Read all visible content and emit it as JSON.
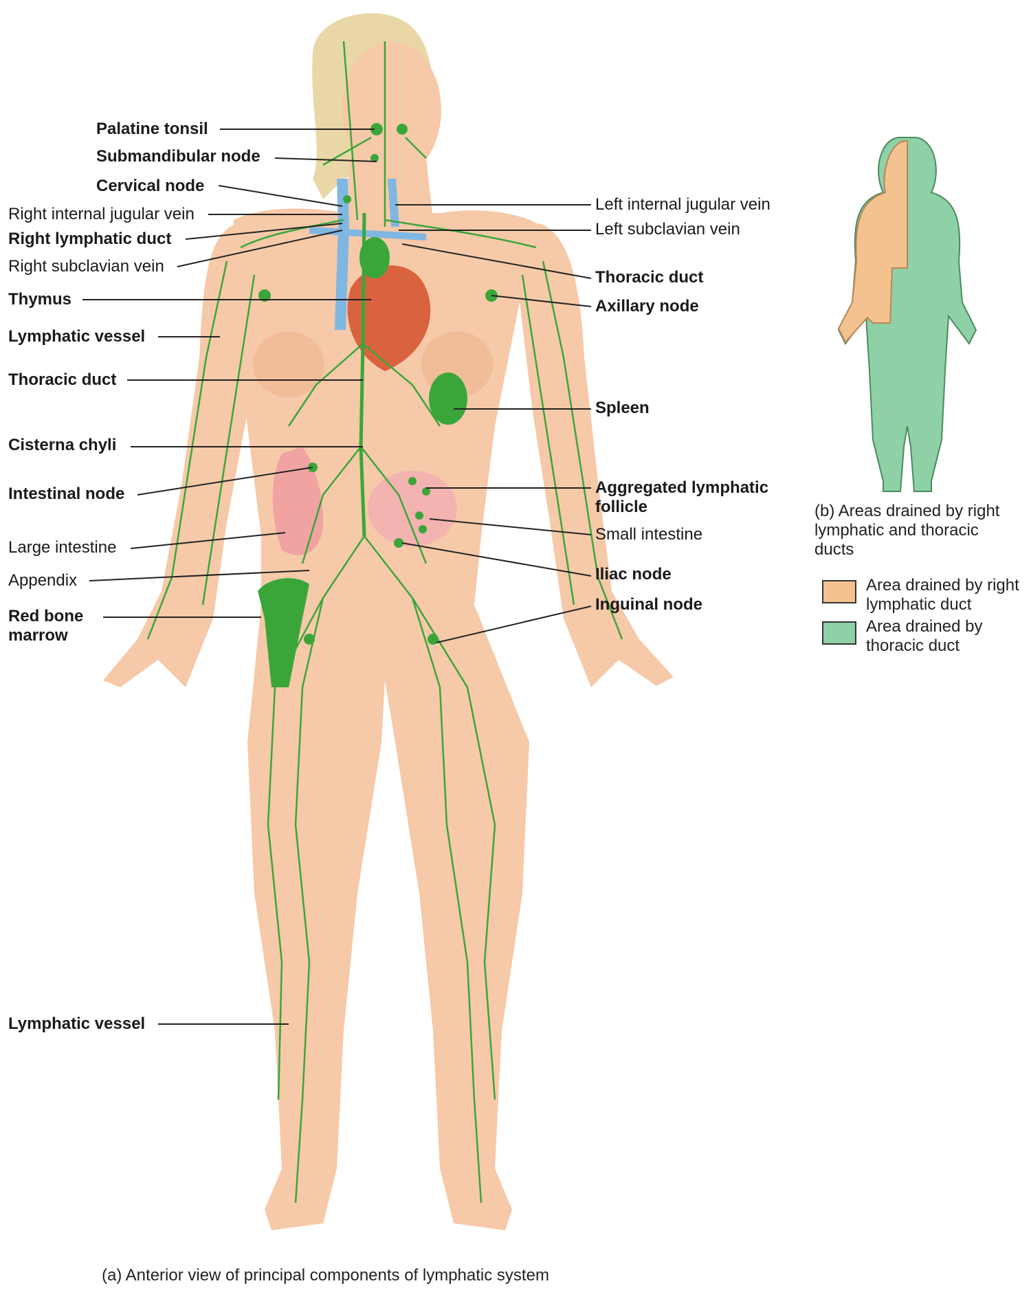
{
  "figure": {
    "caption_a": "(a) Anterior view of principal components of lymphatic system",
    "caption_b": "(b) Areas drained by right lymphatic and thoracic ducts"
  },
  "labels_left": [
    {
      "text": "Palatine tonsil",
      "bold": true
    },
    {
      "text": "Submandibular node",
      "bold": true
    },
    {
      "text": "Cervical node",
      "bold": true
    },
    {
      "text": "Right internal jugular vein",
      "bold": false
    },
    {
      "text": "Right lymphatic duct",
      "bold": true
    },
    {
      "text": "Right subclavian vein",
      "bold": false
    },
    {
      "text": "Thymus",
      "bold": true
    },
    {
      "text": "Lymphatic vessel",
      "bold": true
    },
    {
      "text": "Thoracic duct",
      "bold": true
    },
    {
      "text": "Cisterna chyli",
      "bold": true
    },
    {
      "text": "Intestinal node",
      "bold": true
    },
    {
      "text": "Large intestine",
      "bold": false
    },
    {
      "text": "Appendix",
      "bold": false
    },
    {
      "text": "Red bone marrow",
      "bold": true
    },
    {
      "text": "Lymphatic vessel",
      "bold": true
    }
  ],
  "labels_right": [
    {
      "text": "Left internal jugular vein",
      "bold": false
    },
    {
      "text": "Left subclavian vein",
      "bold": false
    },
    {
      "text": "Thoracic duct",
      "bold": true
    },
    {
      "text": "Axillary node",
      "bold": true
    },
    {
      "text": "Spleen",
      "bold": true
    },
    {
      "text": "Aggregated lymphatic follicle",
      "bold": true
    },
    {
      "text": "Small intestine",
      "bold": false
    },
    {
      "text": "Iliac node",
      "bold": true
    },
    {
      "text": "Inguinal node",
      "bold": true
    }
  ],
  "legend": [
    {
      "text": "Area drained by right lymphatic duct",
      "color": "#f3c28f"
    },
    {
      "text": "Area drained by thoracic duct",
      "color": "#8fd1a6"
    }
  ],
  "colors": {
    "skin": "#f6c9a8",
    "skin_shadow": "#eab38e",
    "lymph": "#3aa63a",
    "vein": "#7fb7e3",
    "heart": "#d9623f",
    "orange_area": "#f3c28f",
    "green_area": "#8fd1a6"
  }
}
